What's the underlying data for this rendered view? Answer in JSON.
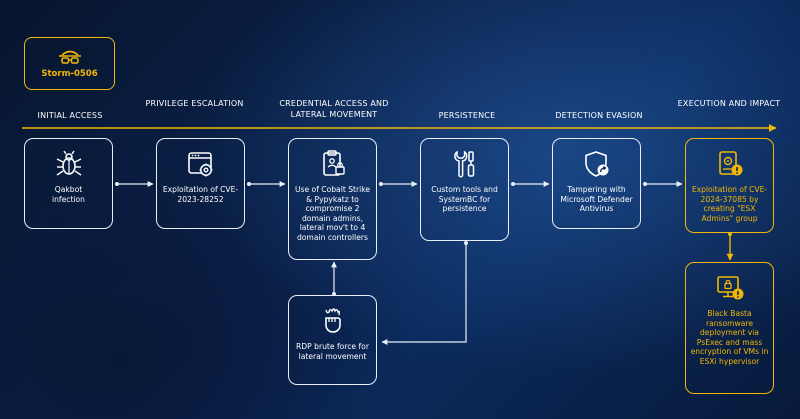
{
  "actor": {
    "name": "Storm-0506",
    "icon": "hacker-glasses-icon"
  },
  "stages": [
    {
      "label": "INITIAL ACCESS"
    },
    {
      "label": "PRIVILEGE ESCALATION"
    },
    {
      "label": "CREDENTIAL ACCESS AND LATERAL MOVEMENT"
    },
    {
      "label": "PERSISTENCE"
    },
    {
      "label": "DETECTION EVASION"
    },
    {
      "label": "EXECUTION AND IMPACT"
    }
  ],
  "nodes": [
    {
      "text": "Qakbot infection",
      "icon": "bug-icon"
    },
    {
      "text": "Exploitation of CVE-2023-28252",
      "icon": "browser-window-gear-icon"
    },
    {
      "text": "Use of Cobalt Strike & Pypykatz to compromise 2 domain admins, lateral mov't to 4 domain controllers",
      "icon": "clipboard-lock-icon"
    },
    {
      "text": "Custom tools and SystemBC for persistence",
      "icon": "tools-icon"
    },
    {
      "text": "Tampering with Microsoft Defender Antivirus",
      "icon": "shield-arrow-icon"
    },
    {
      "text": "Exploitation of CVE-2024-37085 by creating \"ESX Admins\" group",
      "icon": "server-alert-icon"
    },
    {
      "text": "RDP brute force for lateral movement",
      "icon": "fist-fire-icon"
    },
    {
      "text": "Black Basta ransomware deployment via PsExec and mass encryption of VMs in ESXi hypervisor",
      "icon": "monitor-lock-alert-icon"
    }
  ],
  "colors": {
    "accent": "#f2b705",
    "line": "#e8eef7",
    "bg": "#0b2552"
  }
}
